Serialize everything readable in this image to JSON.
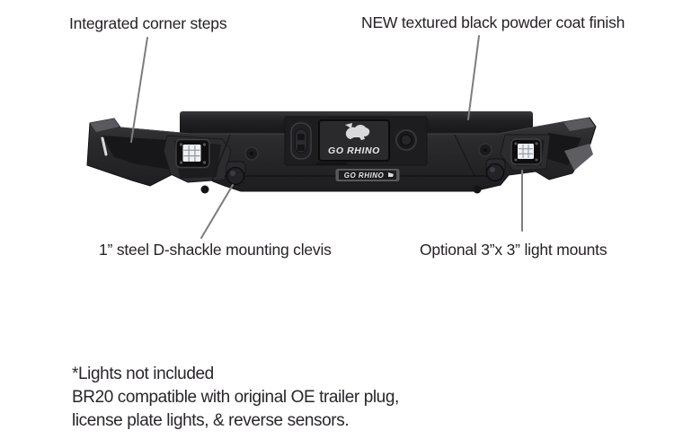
{
  "callouts": [
    {
      "id": "corner-steps",
      "label": "Integrated corner steps"
    },
    {
      "id": "powder-coat",
      "label": "NEW textured black powder coat finish"
    },
    {
      "id": "d-shackle",
      "label": "1” steel D-shackle mounting clevis"
    },
    {
      "id": "light-mounts",
      "label": "Optional 3”x 3” light mounts"
    }
  ],
  "product": {
    "plate_logo_text": "GO RHINO",
    "badge_text": "GO RHINO"
  },
  "footnotes": {
    "line1": "*Lights not included",
    "line2": "BR20 compatible with original OE trailer plug,",
    "line3": "license plate lights, & reverse sensors."
  },
  "icons": {
    "rhino_logo": "rhino-logo-icon",
    "led_pods": "led-cube-light-icon"
  },
  "colors": {
    "background": "#ffffff",
    "text": "#29262a",
    "leader_line": "#7d7d80",
    "bumper_black": "#29292c",
    "recess_black": "#17171a",
    "highlight_gray": "#5a5a5e",
    "lens_white": "#eef0f2",
    "logo_white": "#e8e8ea"
  }
}
